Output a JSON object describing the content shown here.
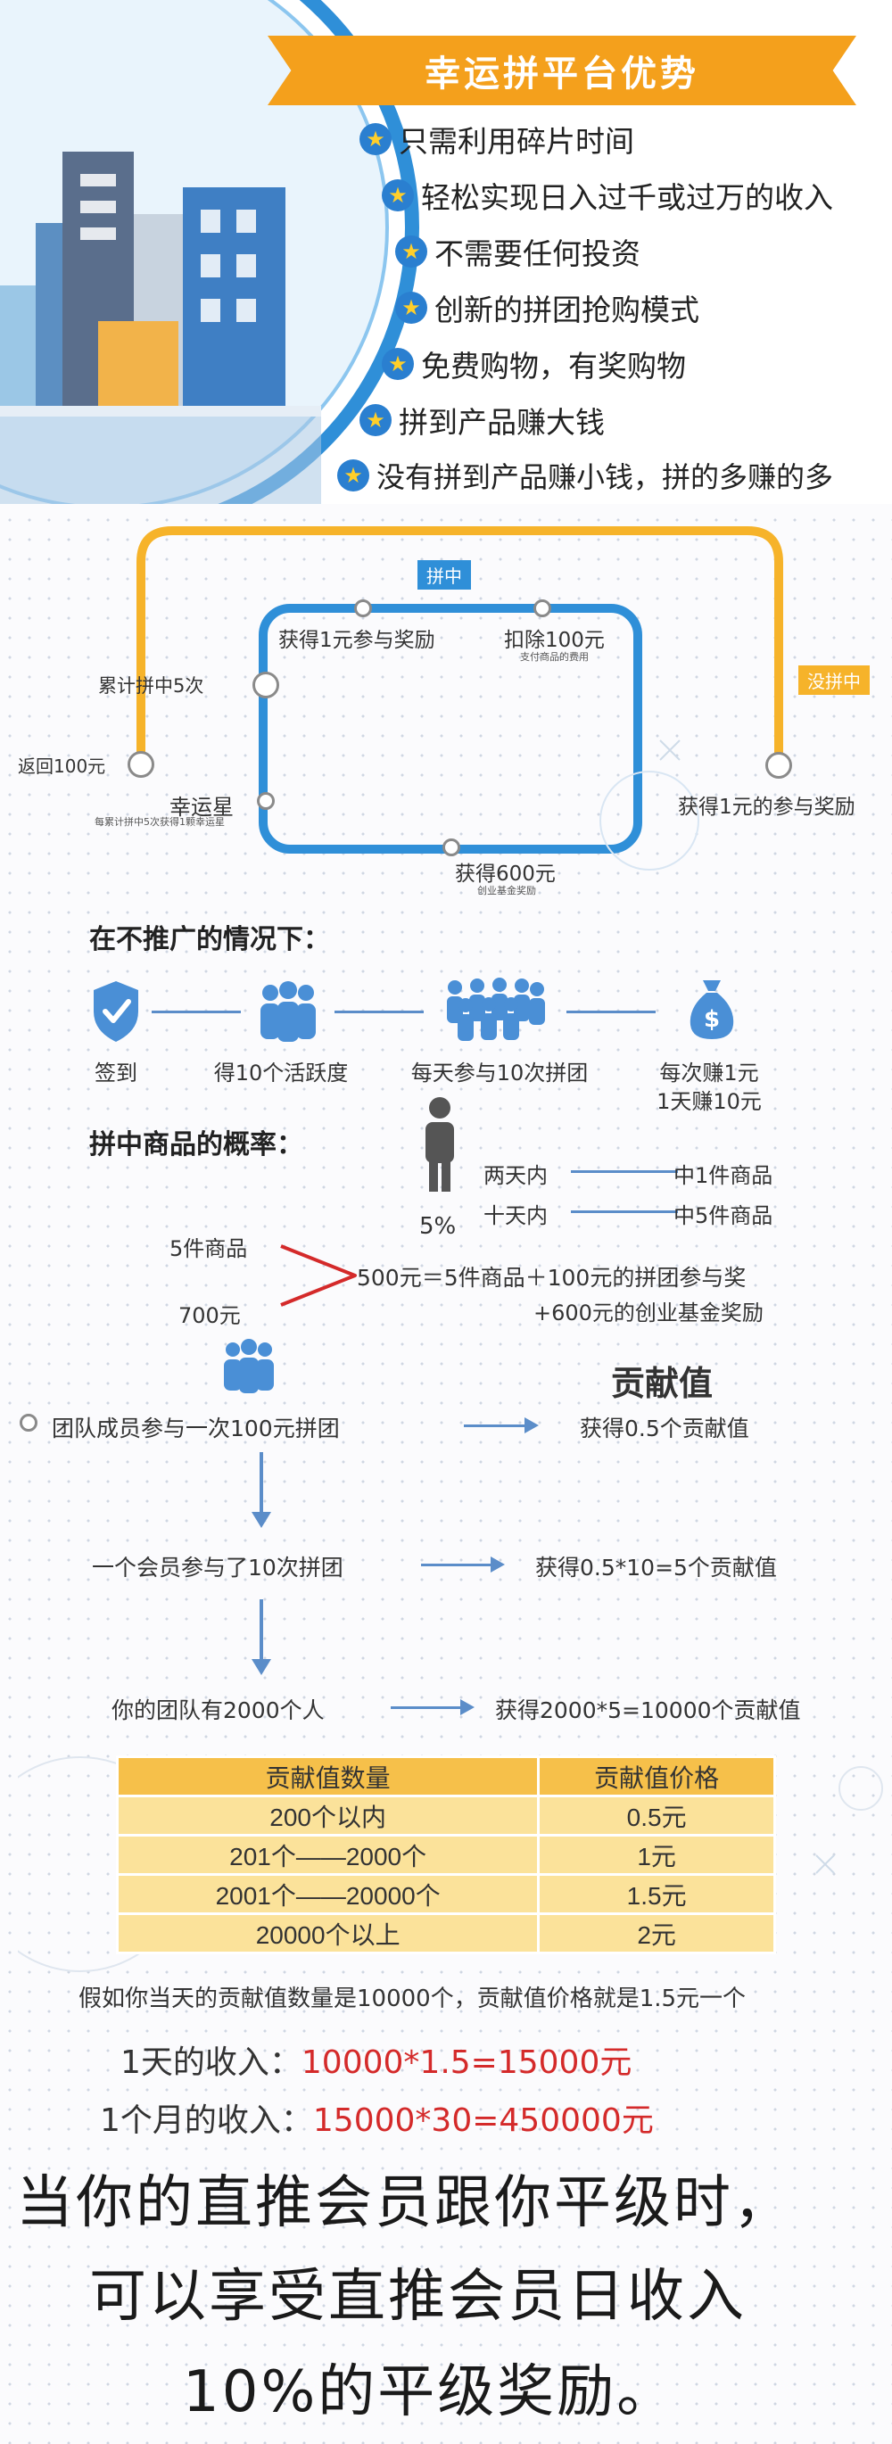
{
  "header": {
    "title": "幸运拼平台优势",
    "features": [
      "只需利用碎片时间",
      "轻松实现日入过千或过万的收入",
      "不需要任何投资",
      "创新的拼团抢购模式",
      "免费购物，有奖购物",
      "拼到产品赚大钱",
      "没有拼到产品赚小钱，拼的多赚的多"
    ]
  },
  "flow": {
    "tag_win": "拼中",
    "tag_lose": "没拼中",
    "reward_1": "获得1元参与奖励",
    "deduct": "扣除100元",
    "deduct_sub": "支付商品的费用",
    "accumulate": "累计拼中5次",
    "return": "返回100元",
    "lucky_star": "幸运星",
    "lucky_star_sub": "每累计拼中5次获得1颗幸运星",
    "reward_600": "获得600元",
    "reward_600_sub": "创业基金奖励",
    "lose_reward": "获得1元的参与奖励"
  },
  "no_promo": {
    "heading": "在不推广的情况下：",
    "steps": [
      "签到",
      "得10个活跃度",
      "每天参与10次拼团",
      "每次赚1元"
    ],
    "step4_line2": "1天赚10元"
  },
  "probability": {
    "heading": "拼中商品的概率：",
    "percent": "5%",
    "row1_left": "两天内",
    "row1_right": "中1件商品",
    "row2_left": "十天内",
    "row2_right": "中5件商品"
  },
  "calc": {
    "goods": "5件商品",
    "price": "700元",
    "result_a": "500元＝5件商品＋100元的拼团参与奖",
    "result_b": "+600元的创业基金奖励"
  },
  "contribution": {
    "heading": "贡献值",
    "step1_left": "团队成员参与一次100元拼团",
    "step1_right": "获得0.5个贡献值",
    "step2_left": "一个会员参与了10次拼团",
    "step2_right": "获得0.5*10=5个贡献值",
    "step3_left": "你的团队有2000个人",
    "step3_right": "获得2000*5=10000个贡献值"
  },
  "table": {
    "headers": [
      "贡献值数量",
      "贡献值价格"
    ],
    "rows": [
      [
        "200个以内",
        "0.5元"
      ],
      [
        "201个——2000个",
        "1元"
      ],
      [
        "2001个——20000个",
        "1.5元"
      ],
      [
        "20000个以上",
        "2元"
      ]
    ]
  },
  "income": {
    "assumption": "假如你当天的贡献值数量是10000个，贡献值价格就是1.5元一个",
    "day_label": "1天的收入：",
    "day_value": "10000*1.5=15000元",
    "month_label": "1个月的收入：",
    "month_value": "15000*30=450000元"
  },
  "footer": {
    "line1": "当你的直推会员跟你平级时，",
    "line2": "可以享受直推会员日收入",
    "line3": "10%的平级奖励。"
  },
  "colors": {
    "accent_orange": "#f4a01c",
    "accent_blue": "#2f8fd8",
    "flow_yellow": "#f6b32a",
    "highlight_red": "#d42a2a"
  }
}
